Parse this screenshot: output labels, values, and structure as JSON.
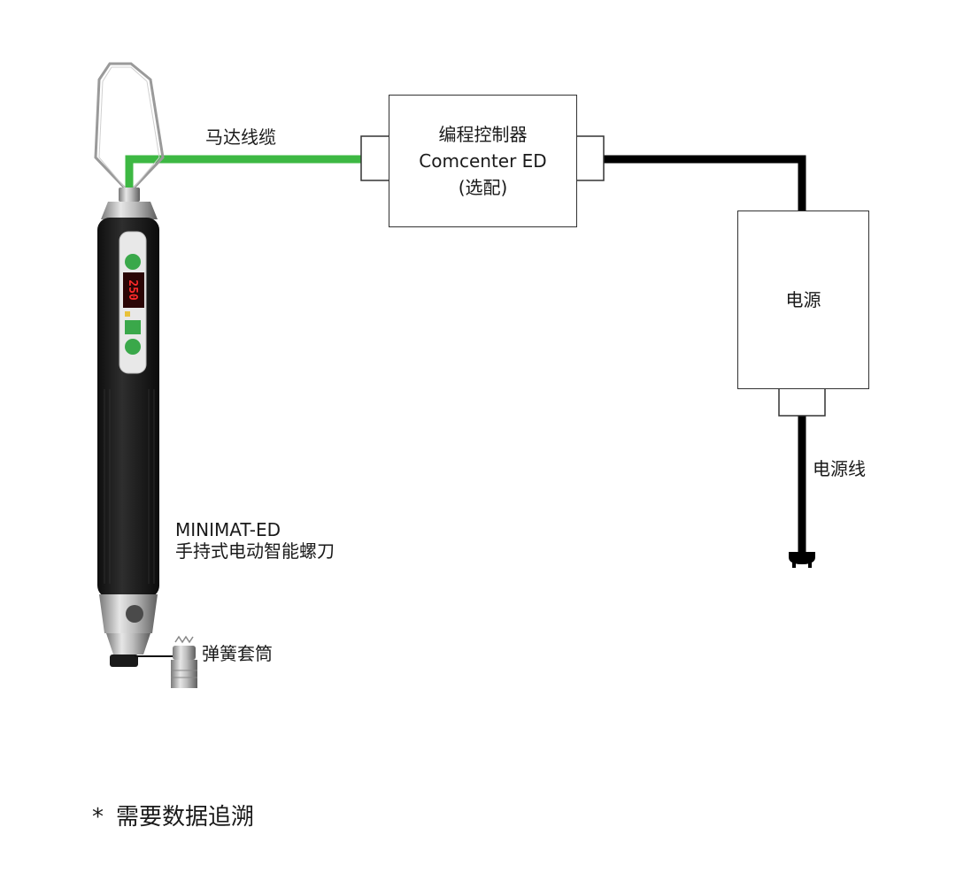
{
  "tool": {
    "model": "MINIMAT-ED",
    "description": "手持式电动智能螺刀",
    "display_value": "250"
  },
  "motor_cable_label": "马达线缆",
  "controller": {
    "line1": "编程控制器",
    "line2": "Comcenter ED",
    "line3": "(选配)"
  },
  "power_supply": {
    "label": "电源"
  },
  "power_cord_label": "电源线",
  "collet_label": "弹簧套筒",
  "footnote": {
    "marker": "*",
    "text": "需要数据追溯"
  },
  "colors": {
    "motor_cable": "#3db843",
    "power_cable": "#000000",
    "box_border": "#333333",
    "tool_body": "#1c1c1c",
    "led_green": "#3aa84a",
    "display_red": "#ff2a2a"
  }
}
